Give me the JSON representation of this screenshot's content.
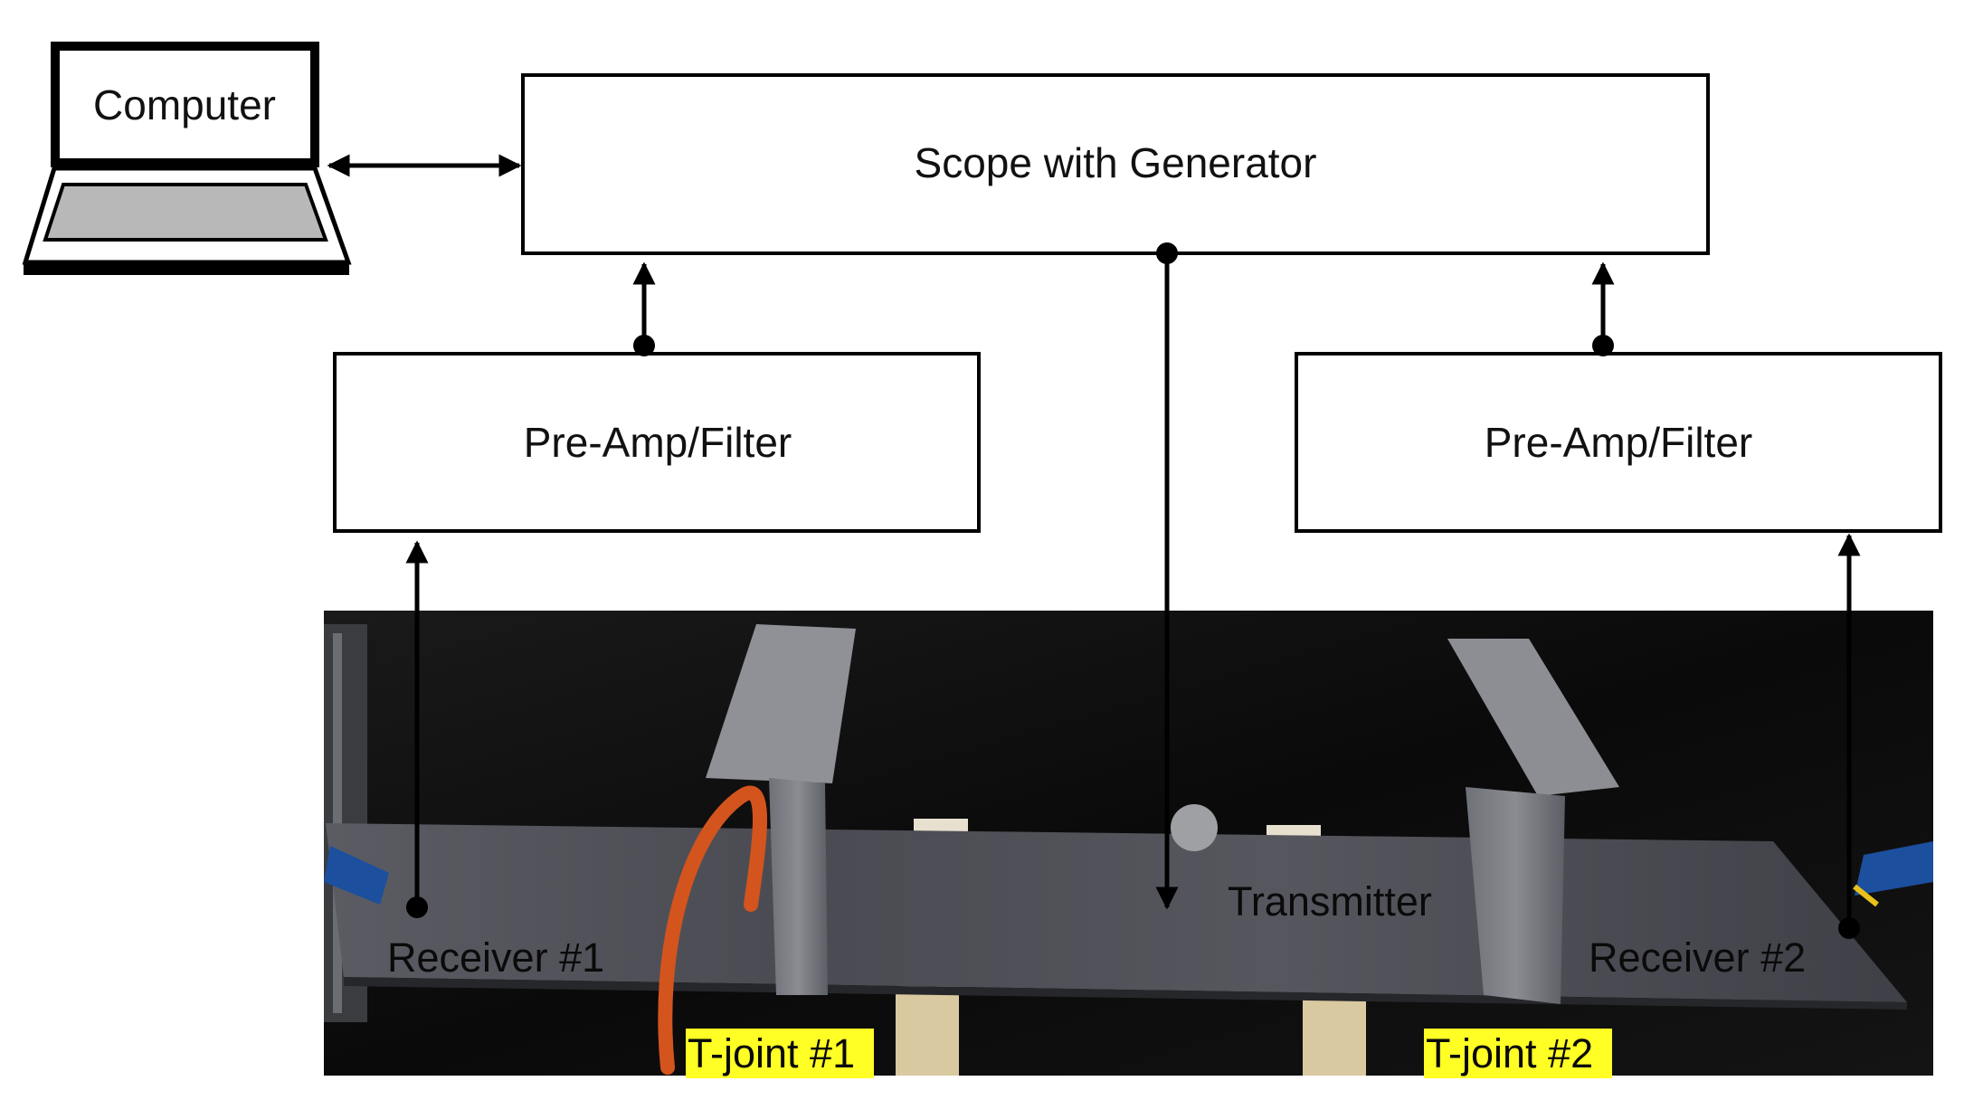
{
  "blocks": {
    "computer": "Computer",
    "scope": "Scope with Generator",
    "preamp_left": "Pre-Amp/Filter",
    "preamp_right": "Pre-Amp/Filter"
  },
  "photo_labels": {
    "receiver1": "Receiver #1",
    "receiver2": "Receiver #2",
    "transmitter": "Transmitter",
    "tjoint1": "T-joint #1",
    "tjoint2": "T-joint #2"
  },
  "colors": {
    "line": "#000000",
    "highlight": "#ffff26",
    "photo_background": "#0c0c0c",
    "plate": "#4a4b52",
    "cable": "#d4541e"
  }
}
